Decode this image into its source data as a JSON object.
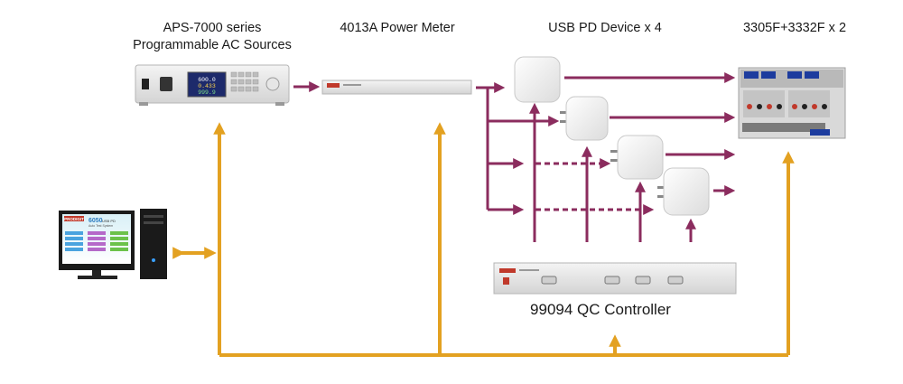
{
  "labels": {
    "ac_source_line1": "APS-7000 series",
    "ac_source_line2": "Programmable AC Sources",
    "power_meter": "4013A Power Meter",
    "usb_pd": "USB PD Device x 4",
    "loads": "3305F+3332F x 2",
    "qc_controller": "99094 QC Controller"
  },
  "screen": {
    "logo": "PRODIGIT",
    "model": "6050",
    "subtitle_1": "USB PD",
    "subtitle_2": "Auto Test System"
  },
  "ac_display": {
    "line1": "600.0",
    "line2": "0.433",
    "line3": "999.9"
  },
  "colors": {
    "purple": "#8b2c5e",
    "orange": "#e3a121",
    "brand_red": "#c0392b"
  }
}
